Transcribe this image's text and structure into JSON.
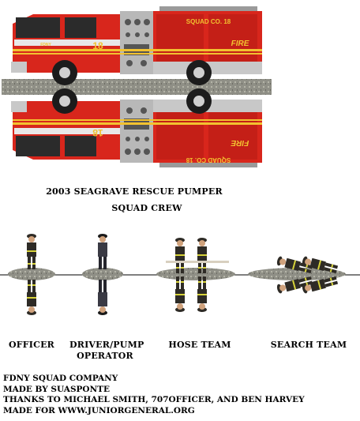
{
  "truck": {
    "caption": "2003 SEAGRAVE RESCUE PUMPER",
    "unit_number": "18",
    "company_label": "SQUAD CO. 18",
    "side_text": "FIRE",
    "cab_text": "FDNY"
  },
  "crew": {
    "heading": "SQUAD CREW",
    "groups": [
      {
        "label_line1": "OFFICER",
        "label_line2": ""
      },
      {
        "label_line1": "DRIVER/PUMP",
        "label_line2": "OPERATOR"
      },
      {
        "label_line1": "HOSE TEAM",
        "label_line2": ""
      },
      {
        "label_line1": "SEARCH TEAM",
        "label_line2": ""
      }
    ]
  },
  "credits": [
    "FDNY SQUAD COMPANY",
    "MADE BY SUASPONTE",
    "THANKS TO MICHAEL SMITH, 707OFFICER, AND BEN HARVEY",
    "MADE FOR WWW.JUNIORGENERAL.ORG"
  ],
  "colors": {
    "fire_red": "#d8261c",
    "chrome": "#c8c8c8",
    "stripe": "#f2c230",
    "turnout": "#2e2b26",
    "reflective": "#d6d23a"
  }
}
